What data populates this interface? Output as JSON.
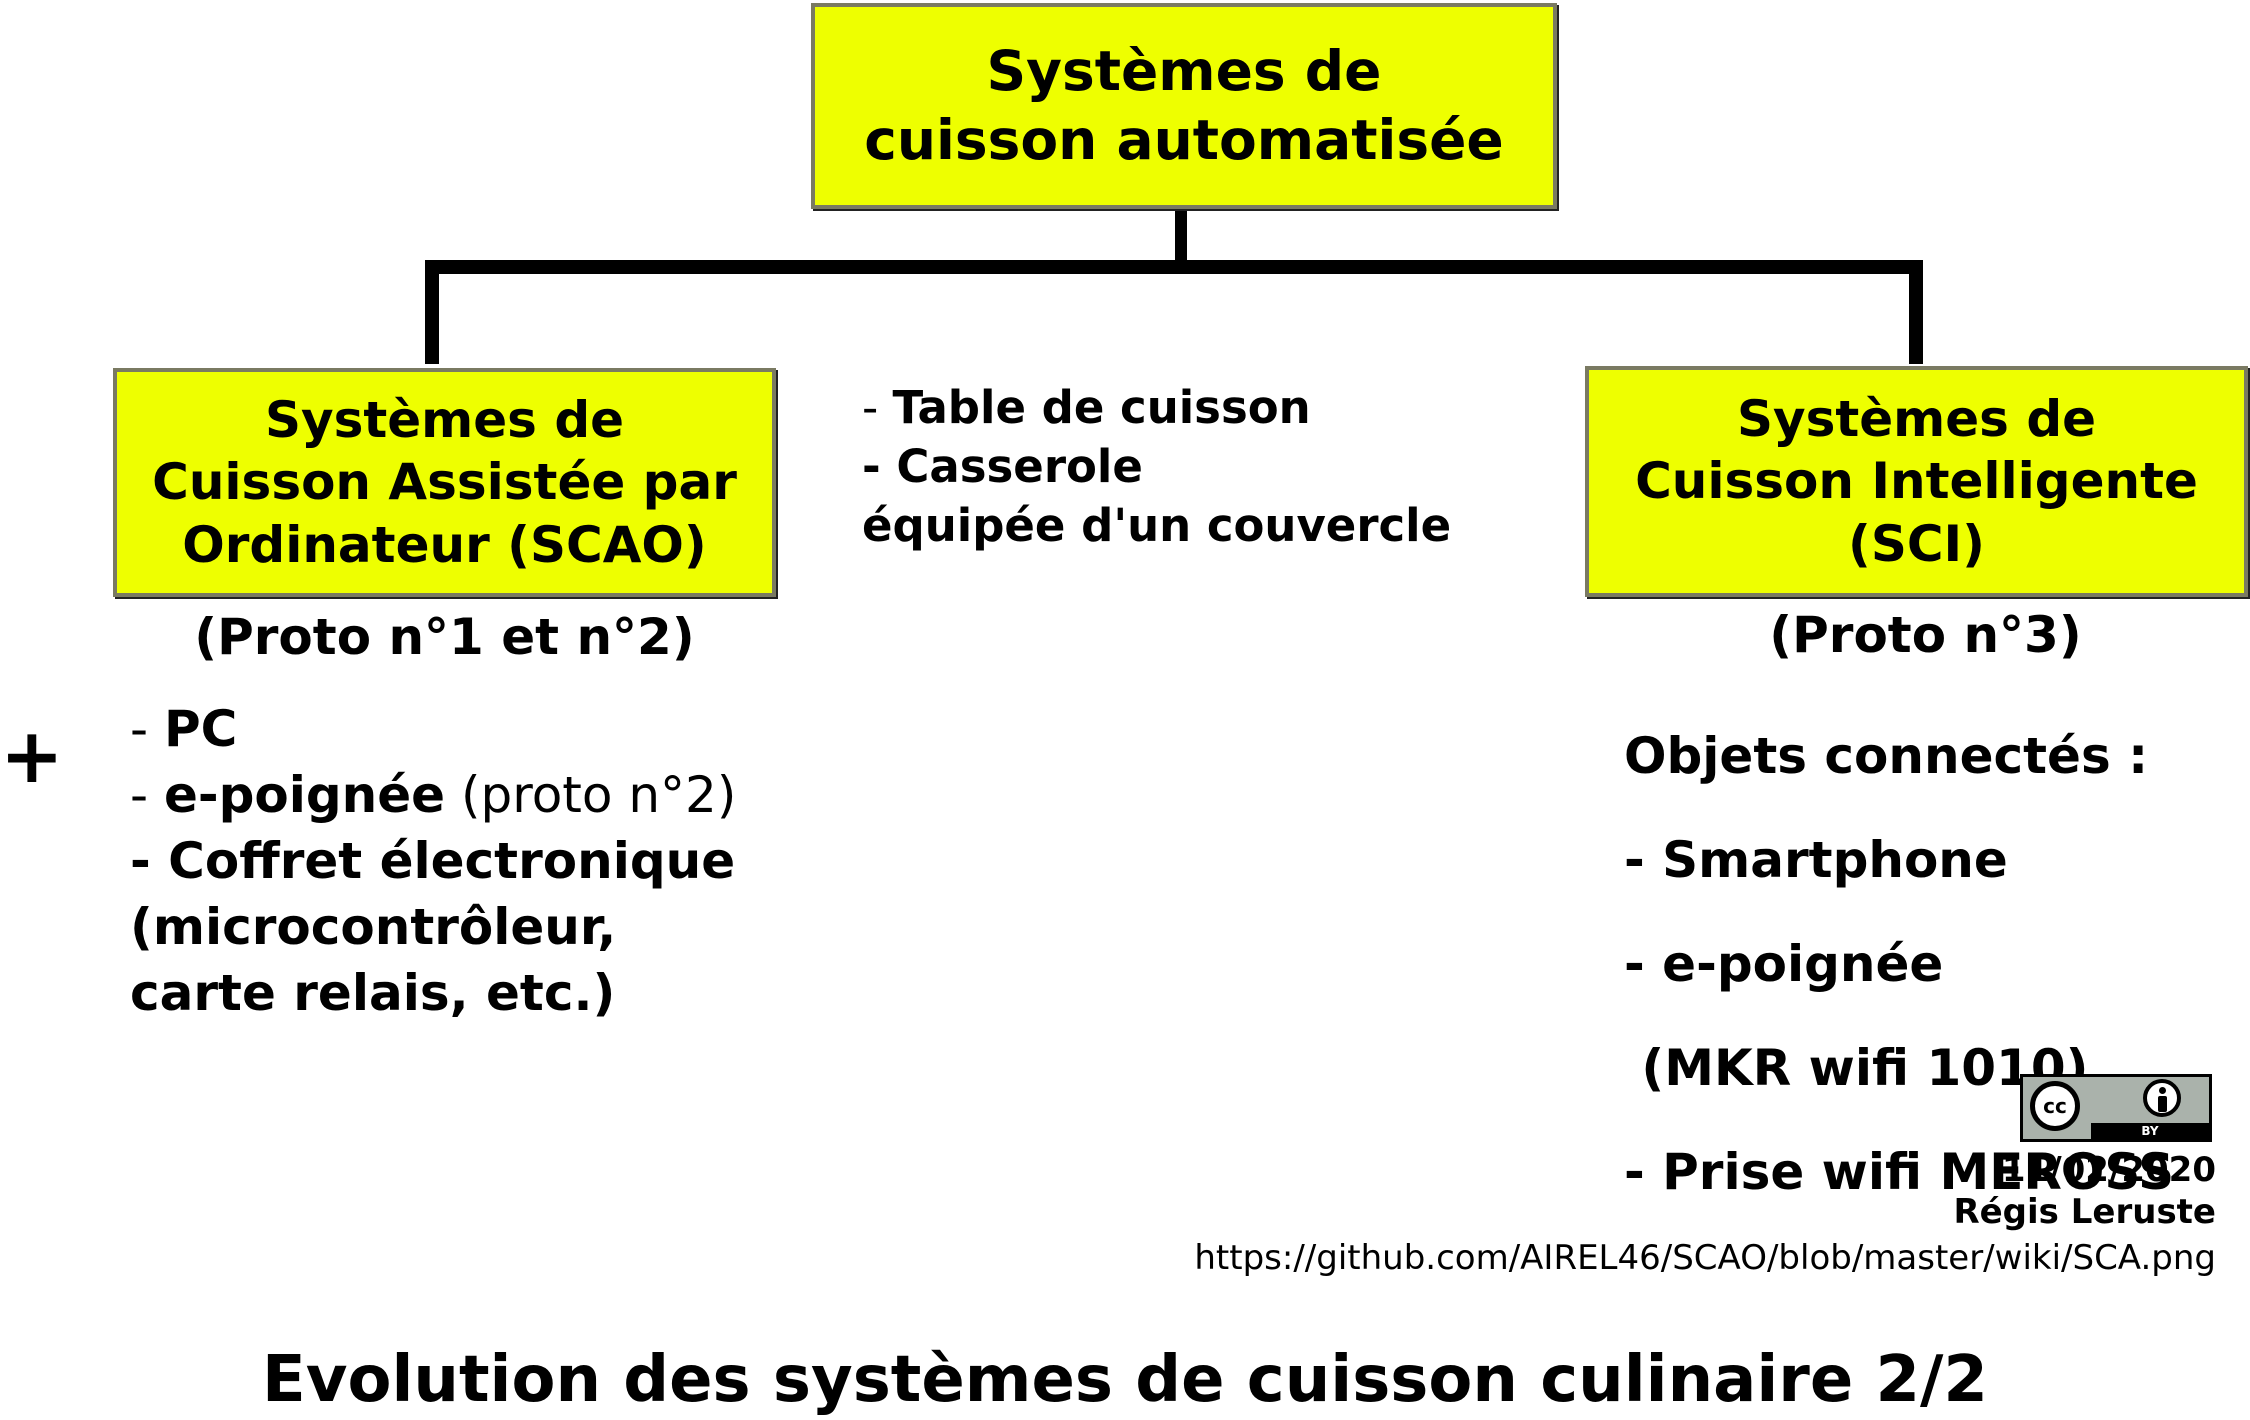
{
  "root": {
    "line1": "Systèmes de",
    "line2": "cuisson automatisée"
  },
  "left": {
    "box_line1": "Systèmes de",
    "box_line2": "Cuisson Assistée par",
    "box_line3": "Ordinateur (SCAO)",
    "proto": "(Proto n°1 et n°2)",
    "plus": "+",
    "items": [
      {
        "prefix": "- ",
        "bold": "PC"
      },
      {
        "prefix": "- ",
        "bold": "e-poignée",
        "normal": " (proto n°2)"
      },
      {
        "bold": "- Coffret électronique"
      },
      {
        "bold": "(microcontrôleur,"
      },
      {
        "bold": "carte relais, etc.)"
      }
    ]
  },
  "middle": {
    "items": [
      {
        "prefix": "- ",
        "bold": "Table de cuisson"
      },
      {
        "bold": "- Casserole"
      },
      {
        "bold": "équipée d'un couvercle"
      }
    ]
  },
  "right": {
    "box_line1": "Systèmes de",
    "box_line2": "Cuisson Intelligente",
    "box_line3": "(SCI)",
    "proto": "(Proto n°3)",
    "items": [
      "Objets connectés :",
      "- Smartphone",
      "- e-poignée",
      " (MKR wifi 1010)",
      "- Prise wifi MEROSS"
    ]
  },
  "license": {
    "cc": "cc",
    "by": "BY"
  },
  "footer": {
    "date": "11/02/2020",
    "author": "Régis Leruste",
    "url": "https://github.com/AIREL46/SCAO/blob/master/wiki/SCA.png",
    "title": "Evolution des systèmes de cuisson culinaire 2/2"
  },
  "colors": {
    "box_fill": "#eeff00",
    "box_border": "#7a7a62",
    "connector": "#000000"
  }
}
